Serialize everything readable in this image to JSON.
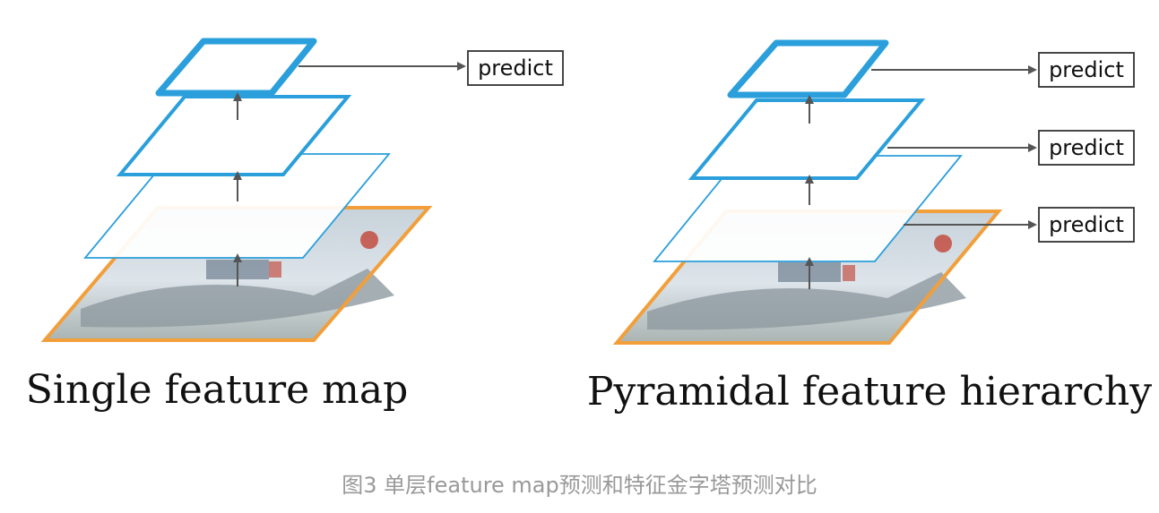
{
  "panels": {
    "left": {
      "title": "Single feature map",
      "predict_labels": [
        "predict"
      ]
    },
    "right": {
      "title": "Pyramidal feature hierarchy",
      "predict_labels": [
        "predict",
        "predict",
        "predict"
      ]
    }
  },
  "caption": "图3 单层feature map预测和特征金字塔预测对比",
  "colors": {
    "feature_map": "#2a9fdb",
    "image_frame": "#f29f3b",
    "arrow": "#555555",
    "caption": "#999999"
  }
}
